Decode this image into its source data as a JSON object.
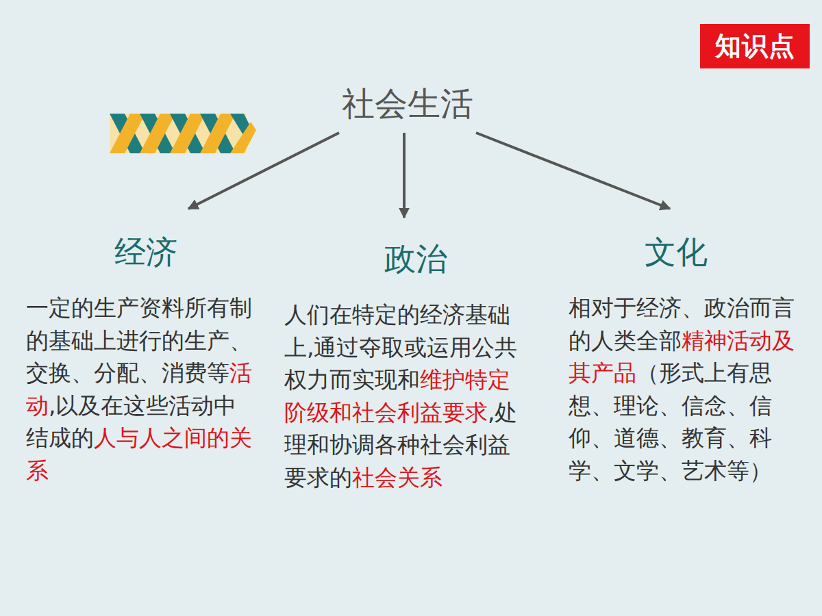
{
  "diagram": {
    "nodes": [
      {
        "text": [
          "知识点"
        ]
      },
      {
        "text": [
          "社会生活"
        ]
      },
      {
        "text": [
          "经济",
          "一定的生产资料所有制的基础上进行的生产、交换、分配、消费等活动,以及在这些活动中结成的人与人之间的关系"
        ]
      },
      {
        "text": [
          "政治",
          "人们在特定的经济基础上,通过夺取或运用公共权力而实现和维护特定阶级和社会利益要求,处理和协调各种社会利益要求的社会关系"
        ]
      },
      {
        "text": [
          "文化",
          "相对于经济、政治而言的人类全部精神活动及其产品（形式上有思想、理论、信念、信仰、道德、教育、科学、文学、艺术等）"
        ]
      }
    ],
    "edges": [
      {
        "from": 1,
        "to": 2,
        "arrow": "to"
      },
      {
        "from": 1,
        "to": 3,
        "arrow": "to"
      },
      {
        "from": 1,
        "to": 4,
        "arrow": "to"
      }
    ]
  }
}
